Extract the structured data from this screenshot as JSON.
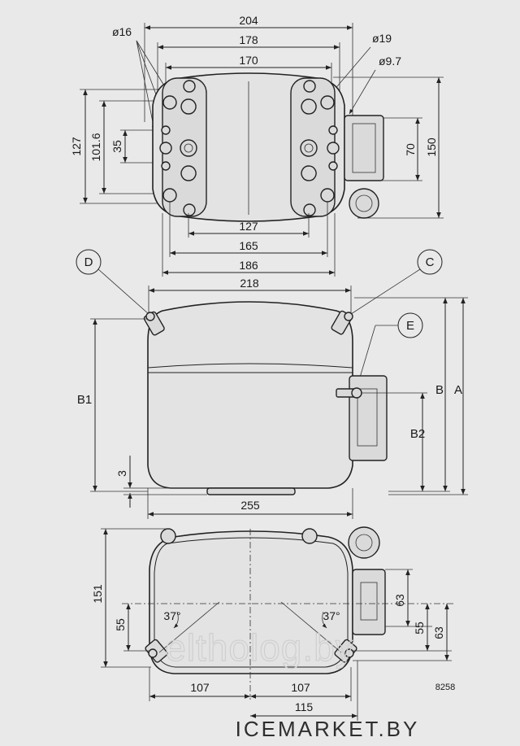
{
  "top_view": {
    "dims": {
      "w204": "204",
      "w178": "178",
      "w170": "170",
      "d16": "ø16",
      "d19": "ø19",
      "d9_7": "ø9.7",
      "h127": "127",
      "h101_6": "101.6",
      "h35": "35",
      "h70": "70",
      "h150": "150",
      "w127": "127",
      "w165": "165",
      "w186": "186"
    }
  },
  "side_view": {
    "callouts": {
      "d": "D",
      "c": "C",
      "e": "E"
    },
    "dims": {
      "w218": "218",
      "w255": "255",
      "b1": "B1",
      "b": "B",
      "a": "A",
      "b2": "B2",
      "h3": "3"
    }
  },
  "bottom_view": {
    "dims": {
      "h151": "151",
      "h55l": "55",
      "a37l": "37°",
      "a37r": "37°",
      "h63a": "63",
      "h55r": "55",
      "h63b": "63",
      "w107a": "107",
      "w107b": "107",
      "w115": "115"
    }
  },
  "drawing_code": "8258",
  "watermark": "eltholog.by",
  "brand": "ICEMARKET.BY"
}
